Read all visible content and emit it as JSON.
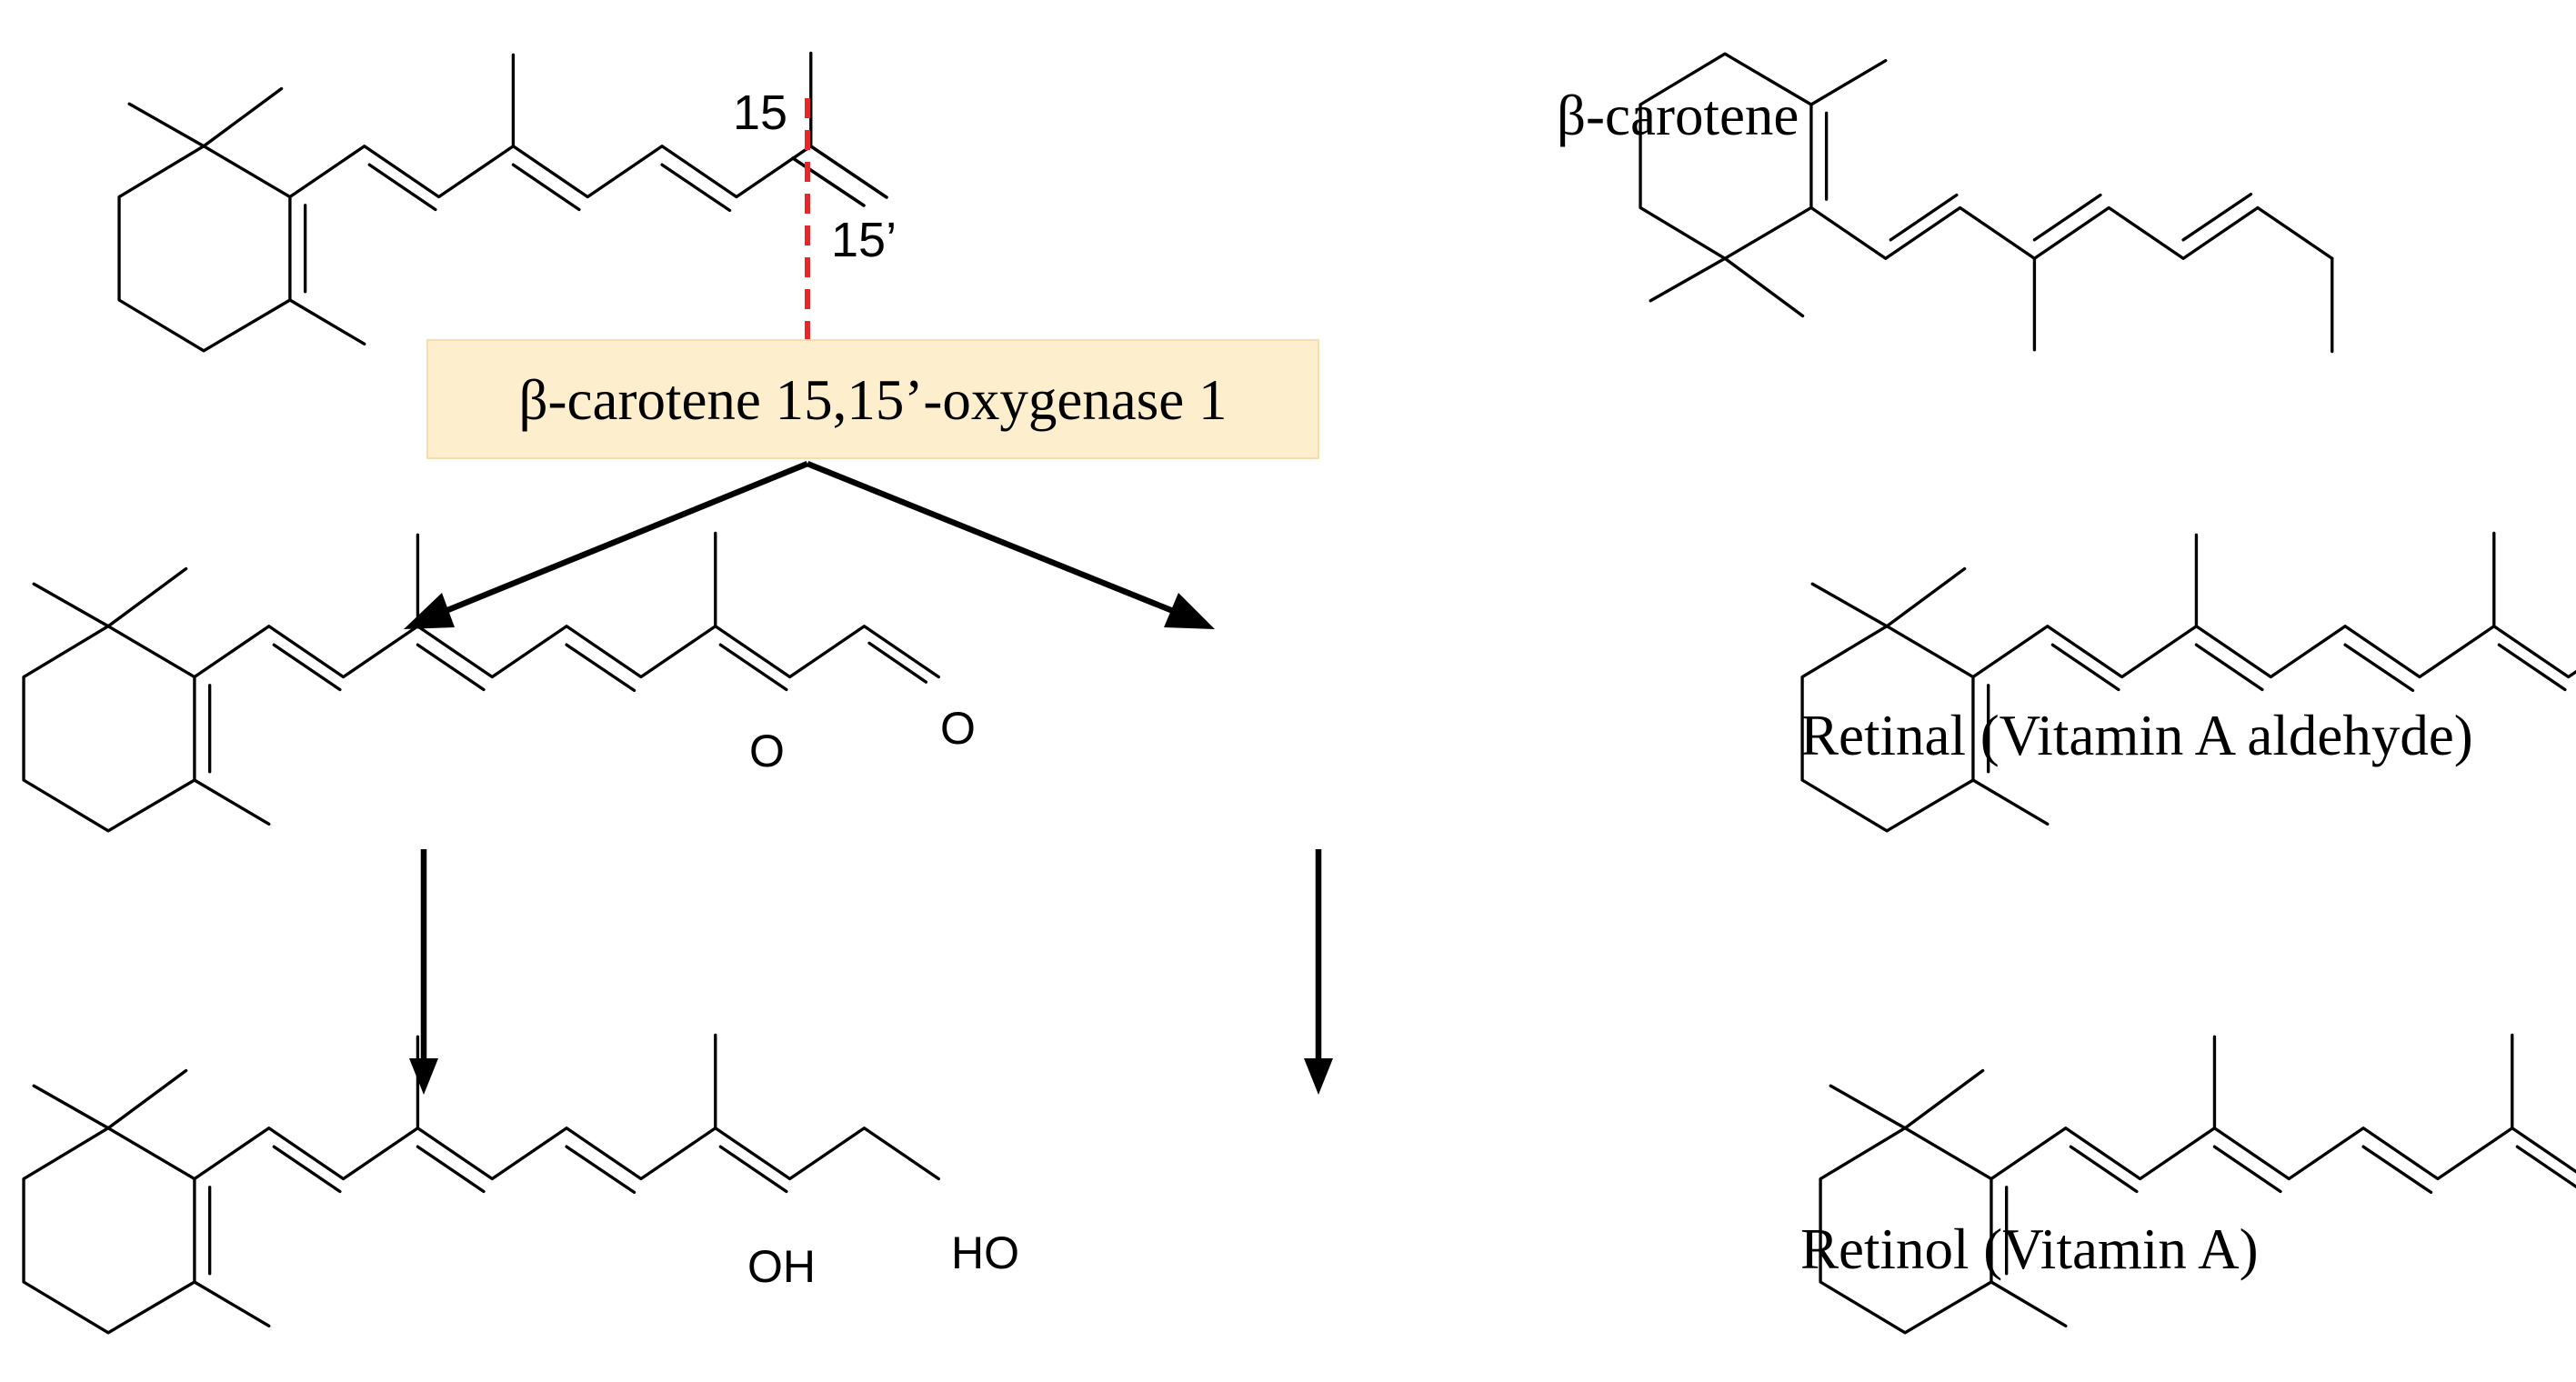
{
  "molecules": {
    "beta_carotene": {
      "name": "β-carotene"
    },
    "retinal": {
      "name": "Retinal (Vitamin A aldehyde)",
      "atom": "O"
    },
    "retinol": {
      "name": "Retinol (Vitamin A)",
      "atom_left": "OH",
      "atom_right": "HO"
    }
  },
  "cleavage": {
    "position_left": "15",
    "position_right": "15’",
    "enzyme": "β-carotene 15,15’-oxygenase 1",
    "line_color": "#e8262a",
    "box_color": "#fdeecd"
  },
  "icons": {
    "arrow": "arrow-down-icon",
    "cleavage_line": "dashed-line-icon"
  }
}
